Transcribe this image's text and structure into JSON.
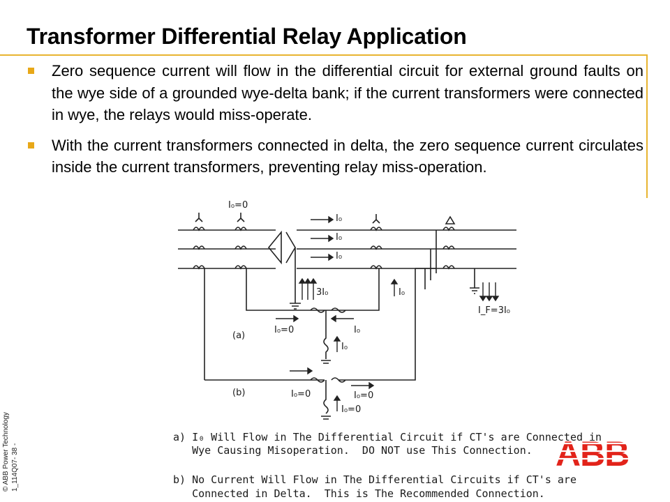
{
  "slide": {
    "title": "Transformer Differential Relay Application",
    "bullets": [
      "Zero sequence current will flow in the differential circuit for external ground faults on the wye side of a grounded wye-delta bank; if the current transformers were connected in wye, the relays would miss-operate.",
      "With the current transformers connected in delta, the zero sequence current circulates inside the current transformers, preventing relay miss-operation."
    ],
    "footer": {
      "copyright": "© ABB Power Technology",
      "code": "1_114Q07- 38 -"
    },
    "colors": {
      "accent": "#e8a818",
      "frame": "#e8b430",
      "logo": "#e2231a"
    },
    "logo_text": "ABB"
  },
  "diagram": {
    "labels": {
      "i0_eq_0_top": "I₀=0",
      "i0_a": "I₀",
      "i0_b": "I₀",
      "i0_c": "I₀",
      "three_i0": "3I₀",
      "i0_right": "I₀",
      "if_eq": "I_F=3I₀",
      "i0_eq_0_a": "I₀=0",
      "i0_relay_a1": "I₀",
      "i0_relay_a2": "I₀",
      "label_a": "(a)",
      "label_b": "(b)",
      "i0_eq_0_b1": "I₀=0",
      "i0_eq_0_b2": "I₀=0",
      "i0_eq_0_b3": "I₀=0"
    },
    "captions": {
      "a_line1": "a) I₀ Will Flow in The Differential Circuit if CT's are Connected in",
      "a_line2": "   Wye Causing Misoperation.  DO NOT use This Connection.",
      "b_line1": "b) No Current Will Flow in The Differential Circuits if CT's are",
      "b_line2": "   Connected in Delta.  This is The Recommended Connection."
    }
  }
}
